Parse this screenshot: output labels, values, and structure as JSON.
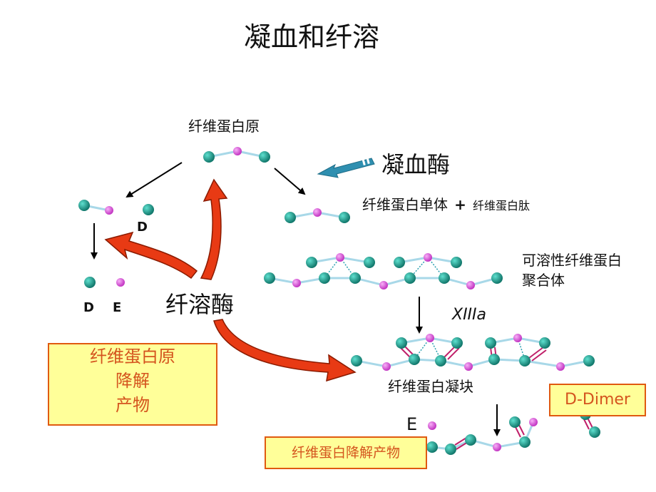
{
  "title": "凝血和纤溶",
  "labels": {
    "fibrinogen": "纤维蛋白原",
    "thrombin": "凝血酶",
    "fibrin_monomer": "纤维蛋白单体",
    "plus": "+",
    "fibrinopeptide": "纤维蛋白肽",
    "soluble_polymer_line1": "可溶性纤维蛋白",
    "soluble_polymer_line2": "聚合体",
    "factor_xiiia": "XIIIa",
    "fibrin_clot": "纤维蛋白凝块",
    "plasmin": "纤溶酶",
    "d_top": "D",
    "d_bottom": "D",
    "e_bottom": "E",
    "e_lower": "E"
  },
  "boxes": {
    "fdp_line1": "纤维蛋白原",
    "fdp_line2": "降解",
    "fdp_line3": "产物",
    "fibrin_degradation_products": "纤维蛋白降解产物",
    "d_dimer": "D-Dimer"
  },
  "colors": {
    "d_domain": "#1a9c8c",
    "e_domain": "#e060e0",
    "link": "#a8d8e8",
    "crosslink": "#c0206a",
    "plasmin_arrow": "#e83a14",
    "thrombin_arrow": "#2f8fb0",
    "box_fill": "#ffff99",
    "box_border": "#e05a10",
    "box_text": "#d4541e"
  }
}
